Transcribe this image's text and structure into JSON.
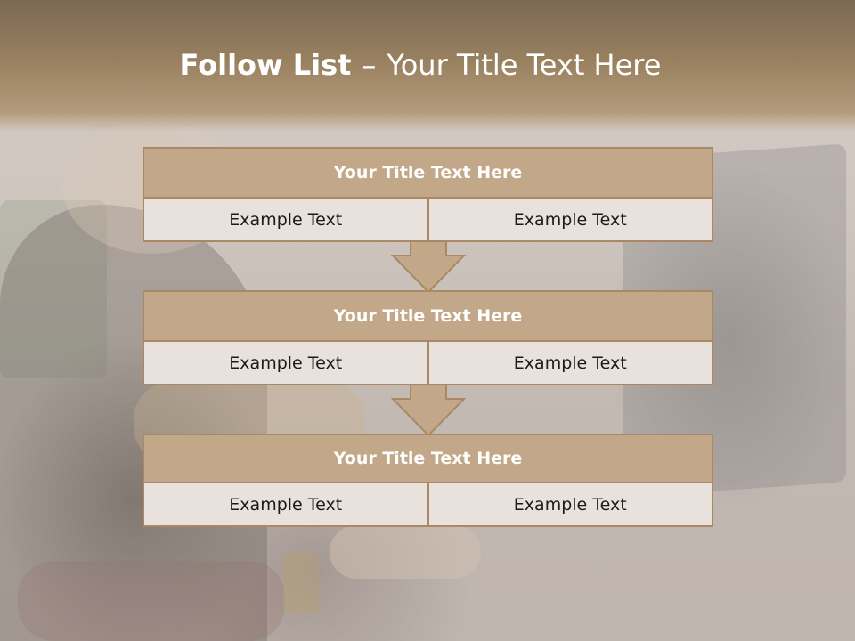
{
  "slide": {
    "title_bold": "Follow List",
    "title_dash": "–",
    "title_rest": "Your Title Text Here"
  },
  "flow": {
    "blocks": [
      {
        "title": "Your Title Text Here",
        "left": "Example Text",
        "right": "Example Text"
      },
      {
        "title": "Your Title Text Here",
        "left": "Example Text",
        "right": "Example Text"
      },
      {
        "title": "Your Title Text Here",
        "left": "Example Text",
        "right": "Example Text"
      }
    ]
  },
  "colors": {
    "header_fill": "#c2a888",
    "border": "#a98863",
    "cell_fill": "#e8e1dc",
    "title_band": "#98805f",
    "arrow_fill": "#c2a888"
  }
}
